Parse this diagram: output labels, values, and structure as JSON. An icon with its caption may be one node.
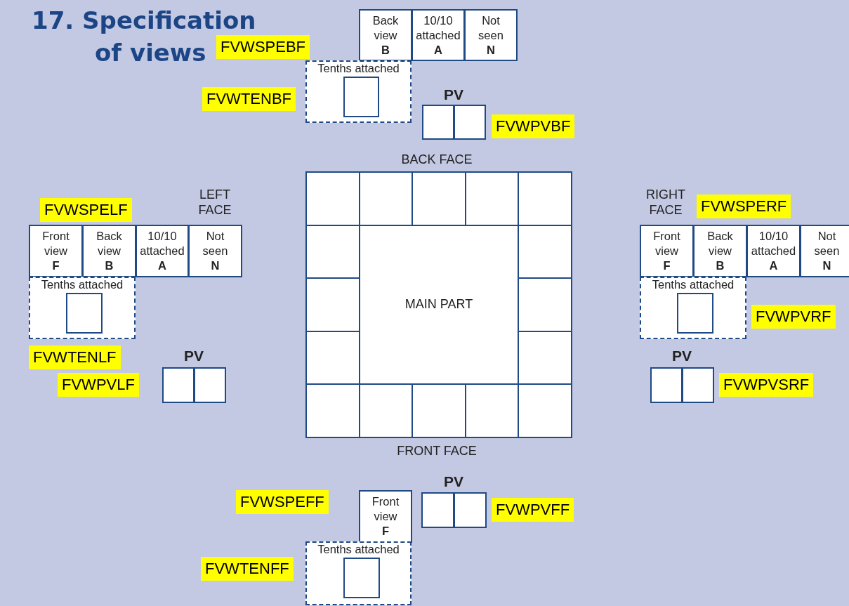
{
  "diagram": {
    "title": "17. Specification of views",
    "nodes": [
      {
        "text": [
          "FVWSPEBF"
        ]
      },
      {
        "text": [
          "Back view",
          "B"
        ]
      },
      {
        "text": [
          "10/10 attached",
          "A"
        ]
      },
      {
        "text": [
          "Not seen",
          "N"
        ]
      },
      {
        "text": [
          "Tenths attached"
        ]
      },
      {
        "text": [],
        "shape": "box",
        "in": 4
      },
      {
        "text": [
          "FVWTENBF"
        ]
      },
      {
        "text": [],
        "shape": "box"
      },
      {
        "text": [],
        "shape": "box"
      },
      {
        "text": [
          "FVWPVBF"
        ]
      },
      {
        "text": [],
        "shape": "box"
      },
      {
        "text": [],
        "shape": "box"
      },
      {
        "text": [],
        "shape": "box"
      },
      {
        "text": [],
        "shape": "box"
      },
      {
        "text": [],
        "shape": "box"
      },
      {
        "text": [],
        "shape": "box"
      },
      {
        "text": [
          "MAIN PART"
        ]
      },
      {
        "text": [],
        "shape": "box"
      },
      {
        "text": [],
        "shape": "box"
      },
      {
        "text": [],
        "shape": "box"
      },
      {
        "text": [],
        "shape": "box"
      },
      {
        "text": [],
        "shape": "box"
      },
      {
        "text": [],
        "shape": "box"
      },
      {
        "text": [],
        "shape": "box"
      },
      {
        "text": [],
        "shape": "box"
      },
      {
        "text": [],
        "shape": "box"
      },
      {
        "text": [],
        "shape": "box"
      },
      {
        "text": [
          "FVWSPELF"
        ]
      },
      {
        "text": [
          "Front view",
          "F"
        ]
      },
      {
        "text": [
          "Back view",
          "B"
        ]
      },
      {
        "text": [
          "10/10 attached",
          "A"
        ]
      },
      {
        "text": [
          "Not seen",
          "N"
        ]
      },
      {
        "text": [
          "Tenths attached"
        ]
      },
      {
        "text": [],
        "shape": "box",
        "in": 32
      },
      {
        "text": [
          "FVWTENLF"
        ]
      },
      {
        "text": [],
        "shape": "box"
      },
      {
        "text": [],
        "shape": "box"
      },
      {
        "text": [
          "FVWPVLF"
        ]
      },
      {
        "text": [
          "FVWSPERF"
        ]
      },
      {
        "text": [
          "Front view",
          "F"
        ]
      },
      {
        "text": [
          "Back view",
          "B"
        ]
      },
      {
        "text": [
          "10/10 attached",
          "A"
        ]
      },
      {
        "text": [
          "Not seen",
          "N"
        ]
      },
      {
        "text": [
          "Tenths attached"
        ]
      },
      {
        "text": [],
        "shape": "box",
        "in": 43
      },
      {
        "text": [
          "FVWPVRF"
        ]
      },
      {
        "text": [],
        "shape": "box"
      },
      {
        "text": [],
        "shape": "box"
      },
      {
        "text": [
          "FVWPVSRF"
        ]
      },
      {
        "text": [
          "FVWSPEFF"
        ]
      },
      {
        "text": [
          "Front view",
          "F"
        ]
      },
      {
        "text": [],
        "shape": "box"
      },
      {
        "text": [],
        "shape": "box"
      },
      {
        "text": [
          "FVWPVFF"
        ]
      },
      {
        "text": [
          "Tenths attached"
        ]
      },
      {
        "text": [],
        "shape": "box",
        "in": 54
      },
      {
        "text": [
          "FVWTENFF"
        ]
      }
    ],
    "labels": [
      "PV",
      "BACK FACE",
      "LEFT FACE",
      "RIGHT FACE",
      "PV",
      "PV",
      "FRONT FACE",
      "PV"
    ]
  }
}
